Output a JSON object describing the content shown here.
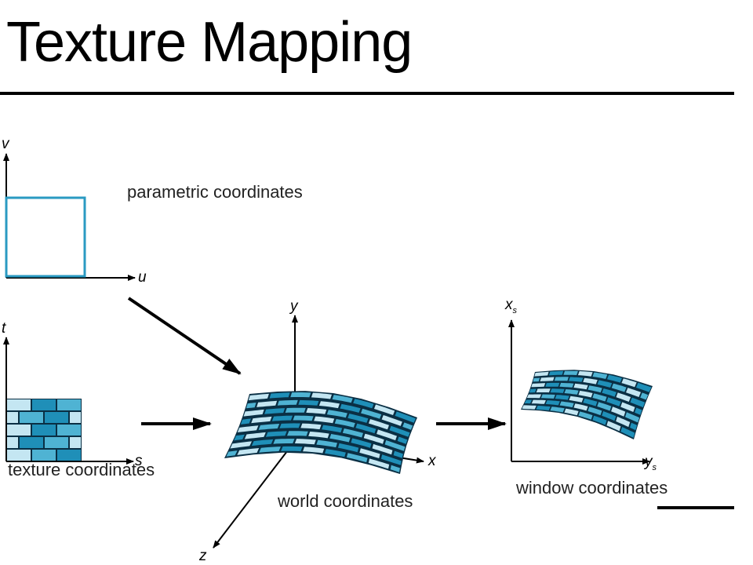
{
  "title": "Texture Mapping",
  "labels": {
    "parametric": "parametric coordinates",
    "texture": "texture coordinates",
    "world": "world coordinates",
    "window": "window coordinates"
  },
  "axes": {
    "v": "v",
    "u": "u",
    "t": "t",
    "s": "s",
    "y": "y",
    "x": "x",
    "z": "z",
    "xs": "x",
    "xs_sub": "s",
    "ys": "y",
    "ys_sub": "s"
  },
  "colors": {
    "brick_dark": "#1f8fb8",
    "brick_mid": "#4fb3d3",
    "brick_light": "#c4e6f2",
    "grout": "#0a2f44",
    "square": "#2a9ac2"
  }
}
